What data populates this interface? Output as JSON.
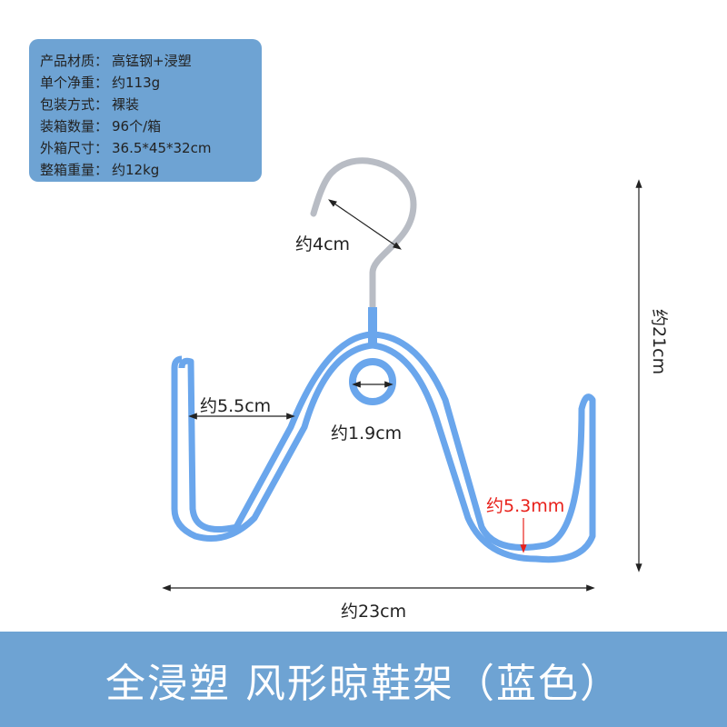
{
  "specs": [
    {
      "label": "产品材质：",
      "value": "高锰钢+浸塑"
    },
    {
      "label": "单个净重：",
      "value": "约113g"
    },
    {
      "label": "包装方式：",
      "value": "裸装"
    },
    {
      "label": "装箱数量：",
      "value": "96个/箱"
    },
    {
      "label": "外箱尺寸：",
      "value": "36.5*45*32cm"
    },
    {
      "label": "整箱重量：",
      "value": "约12kg"
    }
  ],
  "dimensions": {
    "hook": "约4cm",
    "left_hook": "约5.5cm",
    "loop": "约1.9cm",
    "wire": "约5.3mm",
    "height": "约21cm",
    "width": "约23cm"
  },
  "title": "全浸塑 风形晾鞋架（蓝色）",
  "colors": {
    "accent": "#6ea3d3",
    "hanger": "#6aa6ec",
    "note": "#e8201a"
  }
}
